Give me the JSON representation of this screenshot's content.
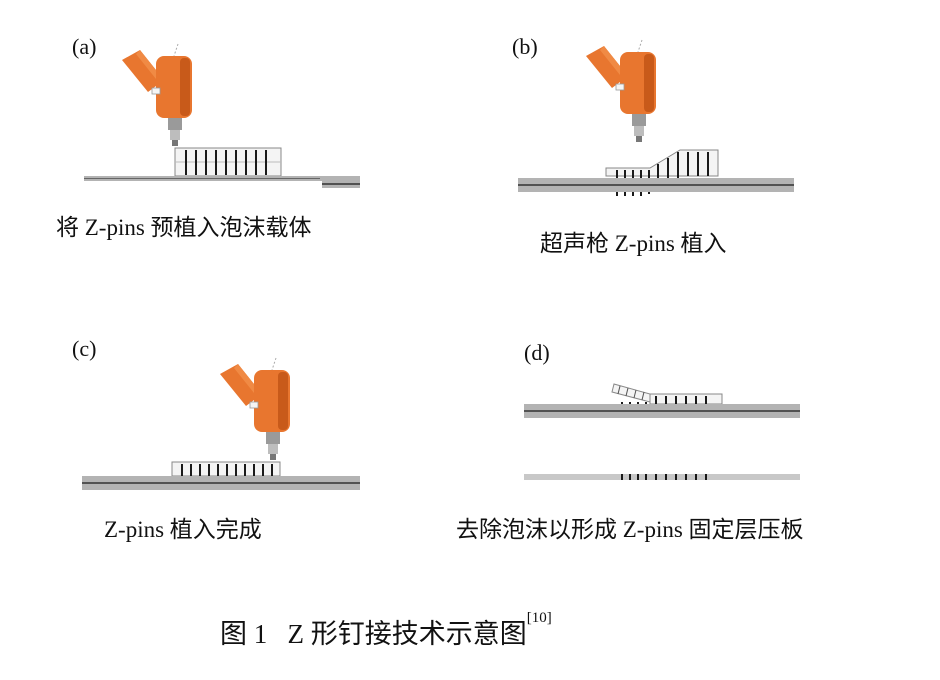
{
  "panels": [
    {
      "label": "(a)",
      "caption": "将 Z-pins 预植入泡沫载体"
    },
    {
      "label": "(b)",
      "caption": "超声枪 Z-pins 植入"
    },
    {
      "label": "(c)",
      "caption": "Z-pins 植入完成"
    },
    {
      "label": "(d)",
      "caption": "去除泡沫以形成 Z-pins 固定层压板"
    }
  ],
  "figure": {
    "number": "图 1",
    "title": "Z 形钉接技术示意图",
    "ref": "[10]"
  },
  "colors": {
    "gun_orange": "#e8762f",
    "gun_shade": "#c85a1a",
    "nozzle_gray": "#9a9a9a",
    "laminate_gray": "#b3b3b3",
    "laminate_line": "#333333",
    "pin_black": "#1a1a1a"
  }
}
